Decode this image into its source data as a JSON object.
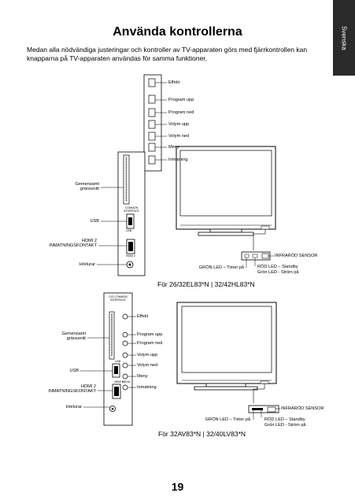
{
  "side_tab": "Svenska",
  "title": "Använda kontrollerna",
  "intro": "Medan alla nödvändiga justeringar och kontroller av TV-apparaten görs med fjärrkontrollen kan knapparna på TV-apparaten användas för samma funktioner.",
  "diagram1": {
    "buttons": [
      "Effekt",
      "Program upp",
      "Program ned",
      "Volym upp",
      "Volym ned",
      "Meny",
      "Inmatning"
    ],
    "left_labels": {
      "common_interface": "Gemensamt gränssnitt",
      "usb": "USB",
      "hdmi": "HDMI 2 INMATNINGSKONTAKT",
      "headphones": "Hörlurar"
    },
    "panel_text": {
      "ci": "COMMON INTERFACE",
      "usb": "USB",
      "hdmi": "HDMI 2"
    },
    "leds": {
      "infrared": "INFRARÖD SENSOR",
      "green": "GRÖN LED – Timer på",
      "red": "RÖD LED – Standby",
      "green_power": "Grön LED - Ström på"
    },
    "caption": "För 26/32EL83*N | 32/42HL83*N"
  },
  "diagram2": {
    "buttons": [
      "Effekt",
      "Program upp",
      "Program ned",
      "Volym upp",
      "Volym ned",
      "Meny",
      "Inmatning"
    ],
    "left_labels": {
      "common_interface": "Gemensamt gränssnitt",
      "usb": "USB",
      "hdmi": "HDMI 2 INMATNINGSKONTAKT",
      "headphones": "Hörlurar"
    },
    "panel_text": {
      "ci": "CI/2 COMMON INTERFACE",
      "usb": "USB",
      "hdmi": "HDMI 2",
      "menu": "MENU"
    },
    "leds": {
      "infrared": "INFRARÖD SENSOR",
      "green": "GRÖN LED – Timer på",
      "red": "RÖD LED – Standby",
      "green_power": "Grön LED - Ström på"
    },
    "caption": "För 32AV83*N | 32/40LV83*N"
  },
  "page_number": "19"
}
